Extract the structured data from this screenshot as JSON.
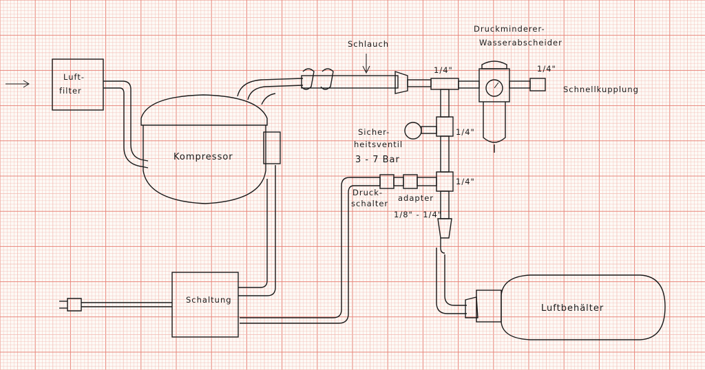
{
  "labels": {
    "luftfilter": [
      "Luft-",
      "filter"
    ],
    "kompressor": "Kompressor",
    "schaltung": "Schaltung",
    "schlauch": "Schlauch",
    "druckminderer": [
      "Druckminderer-",
      "Wasserabscheider"
    ],
    "schnellkupplung": "Schnellkupplung",
    "sicherheitsventil": [
      "Sicher-",
      "heitsventil",
      "3 - 7 Bar"
    ],
    "druckschalter": [
      "Druck-",
      "schalter"
    ],
    "adapter": [
      "adapter",
      "1/8\" - 1/4\""
    ],
    "luftbehaelter": "Luftbehälter",
    "fitting_1": "1/4\"",
    "fitting_2": "1/4\"",
    "fitting_3": "1/4\"",
    "fitting_4": "1/4\""
  },
  "colors": {
    "paper": "#fdfaf6",
    "grid_minor": "#f2b8b0",
    "grid_major": "#e8857a",
    "ink": "#1a1a1a"
  }
}
